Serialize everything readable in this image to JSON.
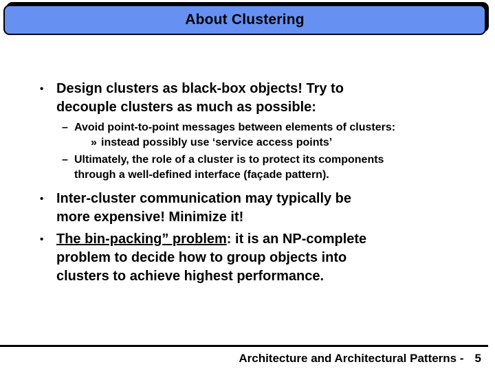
{
  "slide": {
    "title": "About Clustering",
    "colors": {
      "title_fill": "#6691F2",
      "title_border": "#000000",
      "title_shadow": "#000000",
      "text": "#000000",
      "background": "#FFFFFF"
    }
  },
  "body": {
    "bullet1": {
      "glyph": "•",
      "lines": [
        "Design clusters as black-box objects! Try to",
        "decouple clusters as much as possible:"
      ]
    },
    "sub1": {
      "glyph": "–",
      "lines": [
        "Avoid point-to-point messages between elements of clusters:"
      ]
    },
    "sub2": {
      "glyph": "»",
      "lines": [
        "instead possibly use ‘service access points’"
      ]
    },
    "sub3": {
      "glyph": "–",
      "lines": [
        "Ultimately, the role of a cluster is to protect its components",
        "through a well-defined interface (façade pattern)."
      ]
    },
    "bullet2": {
      "glyph": "•",
      "lines": [
        "Inter-cluster communication may typically be",
        "more expensive! Minimize it!"
      ]
    },
    "bullet3": {
      "glyph": "•",
      "underlined": "The bin-packing” problem",
      "rest_lines": [
        ": it is an NP-complete",
        "problem to decide how to group objects into",
        "clusters to achieve highest performance."
      ]
    }
  },
  "footer": {
    "label": "Architecture and Architectural Patterns -",
    "page_number": "5"
  }
}
